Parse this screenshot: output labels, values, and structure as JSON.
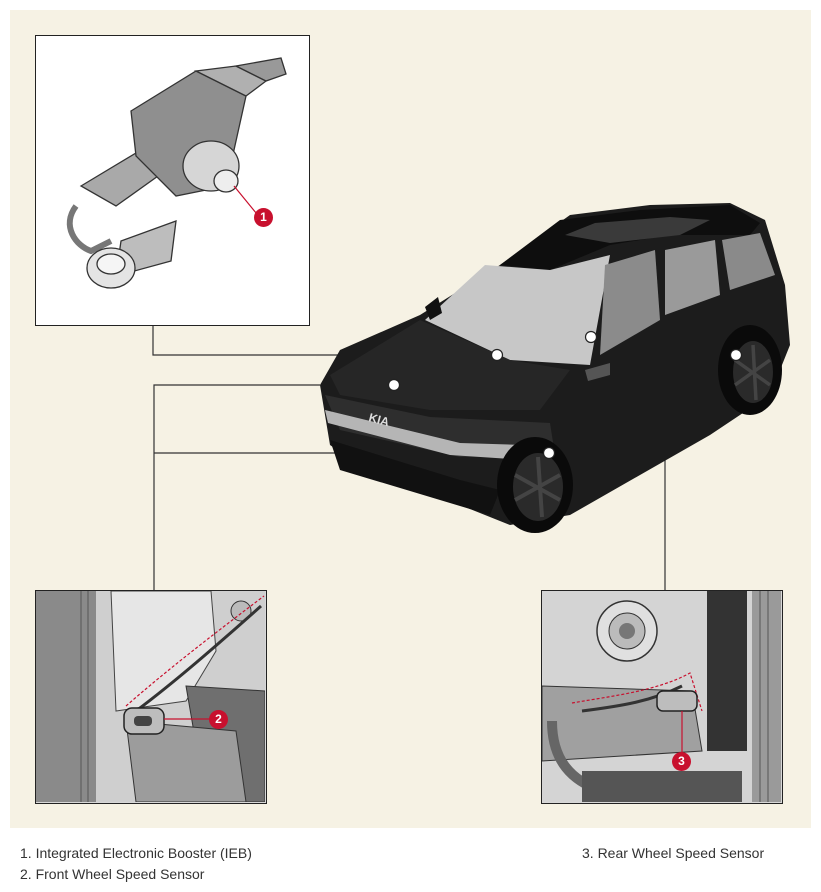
{
  "callouts": {
    "c1": "1",
    "c2": "2",
    "c3": "3"
  },
  "legend": {
    "items": [
      "1. Integrated Electronic Booster (IEB)",
      "2. Front Wheel Speed Sensor",
      "3. Rear Wheel Speed Sensor"
    ]
  },
  "colors": {
    "panel": "#f6f2e4",
    "callout": "#c8102e",
    "car": "#1a1a1a"
  }
}
